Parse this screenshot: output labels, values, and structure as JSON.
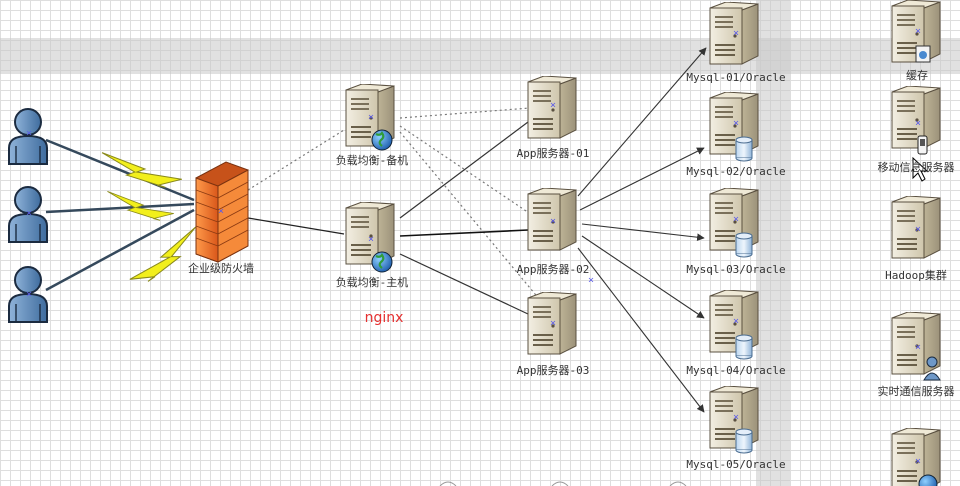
{
  "labels": {
    "firewall": "企业级防火墙",
    "lb_backup": "负载均衡-备机",
    "lb_main": "负载均衡-主机",
    "nginx": "nginx",
    "app1": "App服务器-01",
    "app2": "App服务器-02",
    "app3": "App服务器-03",
    "mysql1": "Mysql-01/Oracle",
    "mysql2": "Mysql-02/Oracle",
    "mysql3": "Mysql-03/Oracle",
    "mysql4": "Mysql-04/Oracle",
    "mysql5": "Mysql-05/Oracle",
    "cache": "缓存",
    "mobile": "移动信息服务器",
    "hadoop": "Hadoop集群",
    "realtime": "实时通信服务器"
  },
  "icons": {
    "user": "user-icon",
    "firewall": "firewall-icon",
    "server": "server-icon",
    "globe": "globe-icon",
    "database": "database-icon",
    "lightning": "lightning-icon",
    "cursor": "cursor-icon"
  },
  "colors": {
    "user": "#5f8ab8",
    "firewall": "#f07a2a",
    "server": "#e2dcc7",
    "lightning": "#f2ef1c",
    "label_red": "#e53030"
  }
}
